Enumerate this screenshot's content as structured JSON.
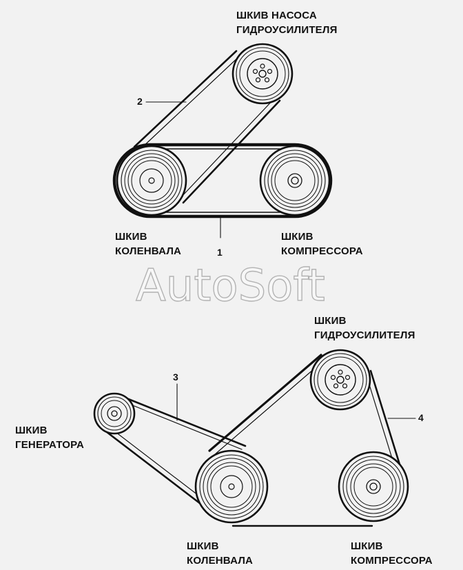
{
  "watermark": "AutoSoft",
  "top_diagram": {
    "pump_pulley_label": [
      "ШКИВ НАСОСА",
      "ГИДРОУСИЛИТЕЛЯ"
    ],
    "crank_pulley_label": [
      "ШКИВ",
      "КОЛЕНВАЛА"
    ],
    "compressor_pulley_label": [
      "ШКИВ",
      "КОМПРЕССОРА"
    ],
    "belt_callouts": [
      "2",
      "1"
    ]
  },
  "bottom_diagram": {
    "pump_pulley_label": [
      "ШКИВ",
      "ГИДРОУСИЛИТЕЛЯ"
    ],
    "generator_pulley_label": [
      "ШКИВ",
      "ГЕНЕРАТОРА"
    ],
    "crank_pulley_label": [
      "ШКИВ",
      "КОЛЕНВАЛА"
    ],
    "compressor_pulley_label": [
      "ШКИВ",
      "КОМПРЕССОРА"
    ],
    "belt_callouts": [
      "3",
      "4"
    ]
  },
  "colors": {
    "line": "#111111",
    "background": "#f2f2f2",
    "watermark_outline": "#b3b3b3"
  }
}
